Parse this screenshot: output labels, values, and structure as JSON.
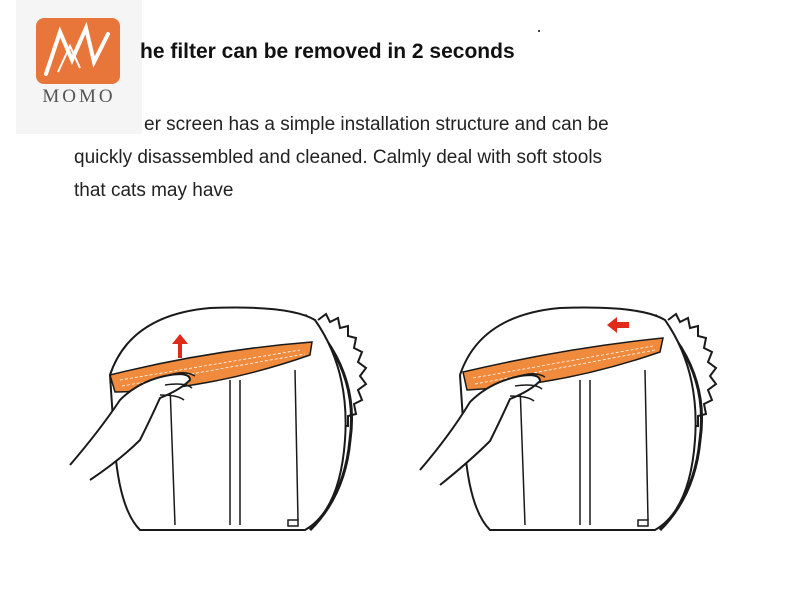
{
  "logo": {
    "text": "MOMO",
    "brand_color": "#e8763a"
  },
  "heading": "he filter can be removed in 2 seconds",
  "description": {
    "line1": "er screen has a simple installation structure and can be",
    "line2": "quickly disassembled and cleaned. Calmly deal with soft stools",
    "line3": "that cats may have"
  },
  "colors": {
    "filter": "#f08a3c",
    "arrow": "#e02a1a",
    "outline": "#1a1a1a"
  },
  "illustrations": [
    {
      "arrow_direction": "up"
    },
    {
      "arrow_direction": "left"
    }
  ]
}
